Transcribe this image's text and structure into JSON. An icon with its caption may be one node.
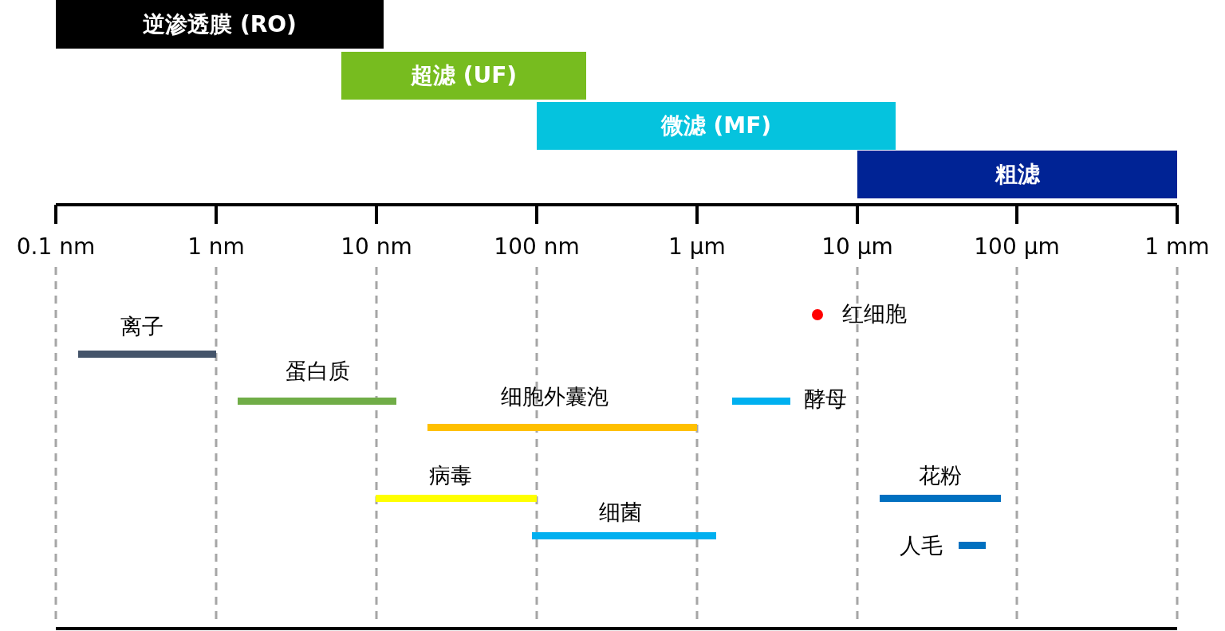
{
  "diagram": {
    "nodes": [
      {
        "text": [
          "逆渗透膜 (RO)"
        ]
      },
      {
        "text": [
          "超滤 (UF)"
        ]
      },
      {
        "text": [
          "微滤 (MF)"
        ]
      },
      {
        "text": [
          "粗滤"
        ]
      },
      {
        "text": [],
        "shape": "circle",
        "beside": [
          "红细胞"
        ]
      },
      {
        "text": [],
        "shape": "bar",
        "beside": [
          "离子"
        ]
      },
      {
        "text": [],
        "shape": "bar",
        "beside": [
          "蛋白质"
        ]
      },
      {
        "text": [],
        "shape": "bar",
        "beside": [
          "细胞外囊泡"
        ]
      },
      {
        "text": [],
        "shape": "bar",
        "beside": [
          "酵母"
        ]
      },
      {
        "text": [],
        "shape": "bar",
        "beside": [
          "病毒"
        ]
      },
      {
        "text": [],
        "shape": "bar",
        "beside": [
          "花粉"
        ]
      },
      {
        "text": [],
        "shape": "bar",
        "beside": [
          "细菌"
        ]
      },
      {
        "text": [],
        "shape": "bar",
        "beside": [
          "人毛"
        ]
      }
    ],
    "edges": [],
    "labels": [
      "0.1 nm",
      "1 nm",
      "10 nm",
      "100 nm",
      "1 μm",
      "10 μm",
      "100 μm",
      "1 mm"
    ]
  }
}
